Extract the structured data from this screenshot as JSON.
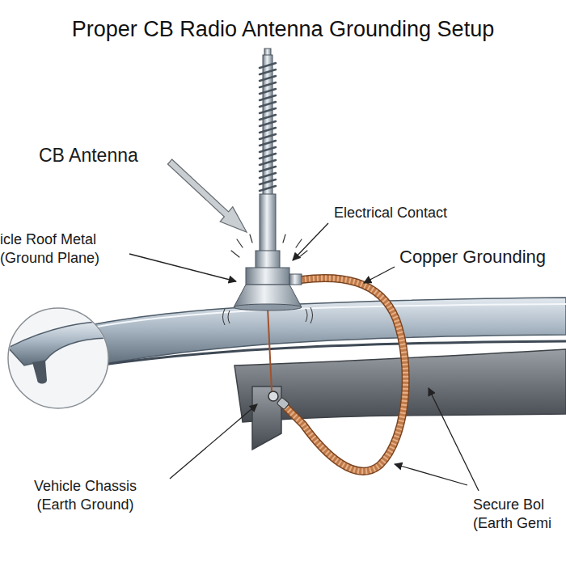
{
  "diagram": {
    "title": "Proper CB Radio Antenna Grounding Setup",
    "labels": [
      "CB Antenna",
      "Electrical Contact",
      "icle Roof Metal (Ground Plane)",
      "Copper Grounding",
      "Vehicle Chassis (Earth Ground)",
      "Secure Bol (Earth Gemi"
    ]
  }
}
